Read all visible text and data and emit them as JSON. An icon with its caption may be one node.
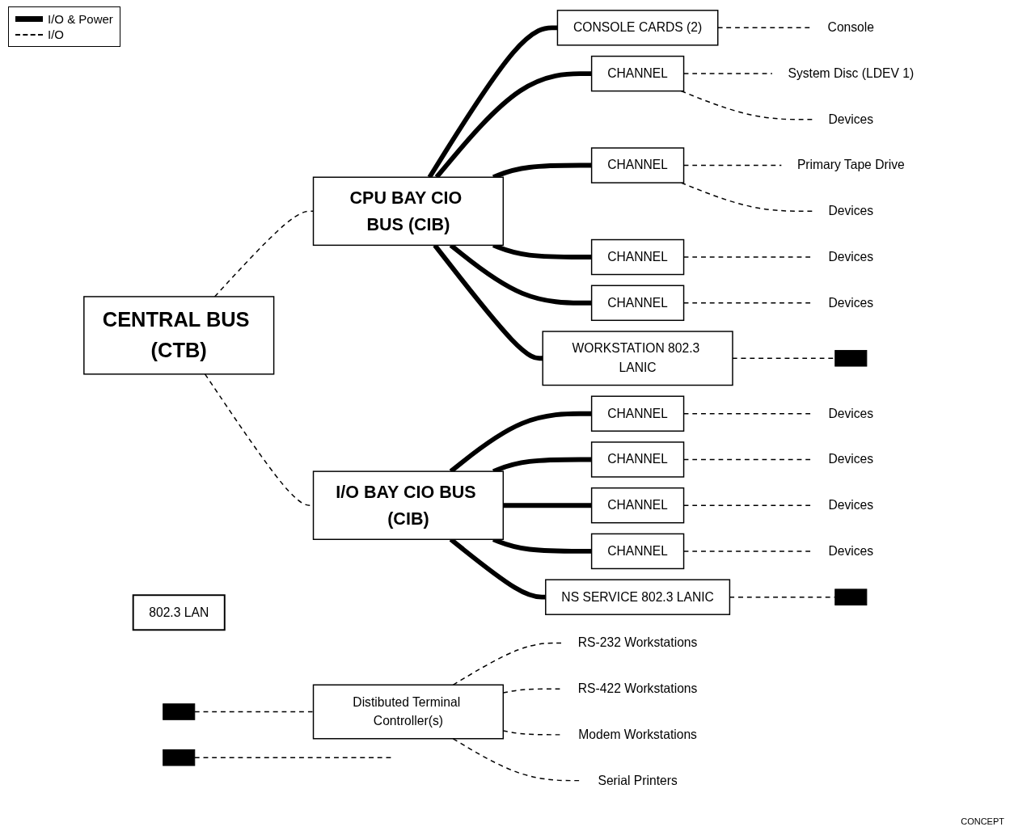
{
  "diagram": {
    "nodes": [
      {
        "text": [
          "CENTRAL BUS (CTB)"
        ]
      },
      {
        "text": [
          "CPU BAY CIO BUS (CIB)"
        ]
      },
      {
        "text": [
          "I/O BAY CIO BUS (CIB)"
        ]
      },
      {
        "text": [
          "CONSOLE CARDS (2)"
        ]
      },
      {
        "text": [
          "CHANNEL"
        ]
      },
      {
        "text": [
          "CHANNEL"
        ]
      },
      {
        "text": [
          "CHANNEL"
        ]
      },
      {
        "text": [
          "CHANNEL"
        ]
      },
      {
        "text": [
          "WORKSTATION 802.3 LANIC"
        ]
      },
      {
        "text": [
          "CHANNEL"
        ]
      },
      {
        "text": [
          "CHANNEL"
        ]
      },
      {
        "text": [
          "CHANNEL"
        ]
      },
      {
        "text": [
          "CHANNEL"
        ]
      },
      {
        "text": [
          "NS SERVICE 802.3 LANIC"
        ]
      },
      {
        "text": [
          "Console"
        ]
      },
      {
        "text": [
          "System Disc (LDEV 1)"
        ]
      },
      {
        "text": [
          "Devices"
        ]
      },
      {
        "text": [
          "Primary Tape Drive"
        ]
      },
      {
        "text": [
          "Devices"
        ]
      },
      {
        "text": [
          "Devices"
        ]
      },
      {
        "text": [
          "Devices"
        ]
      },
      {
        "text": [
          "Devices"
        ]
      },
      {
        "text": [
          "Devices"
        ]
      },
      {
        "text": [
          "Devices"
        ]
      },
      {
        "text": [
          "Devices"
        ]
      },
      {
        "text": [
          "802.3 LAN"
        ]
      },
      {
        "text": [],
        "shape": "box"
      },
      {
        "text": [],
        "shape": "box"
      },
      {
        "text": [],
        "shape": "box"
      },
      {
        "text": [],
        "shape": "box"
      },
      {
        "text": [
          "Distibuted Terminal Controller(s)"
        ]
      },
      {
        "text": [
          "RS-232 Workstations"
        ]
      },
      {
        "text": [
          "RS-422 Workstations"
        ]
      },
      {
        "text": [
          "Modem Workstations"
        ]
      },
      {
        "text": [
          "Serial Printers"
        ]
      }
    ],
    "edges": [
      {
        "from": 0,
        "to": 1,
        "arrow": "none",
        "style": "dashed"
      },
      {
        "from": 0,
        "to": 2,
        "arrow": "none",
        "style": "dashed"
      },
      {
        "from": 1,
        "to": 3,
        "arrow": "none",
        "style": "thick"
      },
      {
        "from": 1,
        "to": 4,
        "arrow": "none",
        "style": "thick"
      },
      {
        "from": 1,
        "to": 5,
        "arrow": "none",
        "style": "thick"
      },
      {
        "from": 1,
        "to": 6,
        "arrow": "none",
        "style": "thick"
      },
      {
        "from": 1,
        "to": 7,
        "arrow": "none",
        "style": "thick"
      },
      {
        "from": 1,
        "to": 8,
        "arrow": "none",
        "style": "thick"
      },
      {
        "from": 2,
        "to": 9,
        "arrow": "none",
        "style": "thick"
      },
      {
        "from": 2,
        "to": 10,
        "arrow": "none",
        "style": "thick"
      },
      {
        "from": 2,
        "to": 11,
        "arrow": "none",
        "style": "thick"
      },
      {
        "from": 2,
        "to": 12,
        "arrow": "none",
        "style": "thick"
      },
      {
        "from": 2,
        "to": 13,
        "arrow": "none",
        "style": "thick"
      },
      {
        "from": 3,
        "to": 14,
        "arrow": "none",
        "style": "dashed"
      },
      {
        "from": 4,
        "to": 15,
        "arrow": "none",
        "style": "dashed"
      },
      {
        "from": 4,
        "to": 16,
        "arrow": "none",
        "style": "dashed"
      },
      {
        "from": 5,
        "to": 17,
        "arrow": "none",
        "style": "dashed"
      },
      {
        "from": 5,
        "to": 18,
        "arrow": "none",
        "style": "dashed"
      },
      {
        "from": 6,
        "to": 19,
        "arrow": "none",
        "style": "dashed"
      },
      {
        "from": 7,
        "to": 20,
        "arrow": "none",
        "style": "dashed"
      },
      {
        "from": 9,
        "to": 21,
        "arrow": "none",
        "style": "dashed"
      },
      {
        "from": 10,
        "to": 22,
        "arrow": "none",
        "style": "dashed"
      },
      {
        "from": 11,
        "to": 23,
        "arrow": "none",
        "style": "dashed"
      },
      {
        "from": 12,
        "to": 24,
        "arrow": "none",
        "style": "dashed"
      },
      {
        "from": 8,
        "to": 27,
        "arrow": "none",
        "style": "dashed"
      },
      {
        "from": 13,
        "to": 29,
        "arrow": "none",
        "style": "dashed"
      },
      {
        "from": 26,
        "to": 30,
        "arrow": "none",
        "style": "dashed"
      },
      {
        "from": 28,
        "to": null,
        "arrow": "none",
        "style": "dashed"
      },
      {
        "from": 30,
        "to": 31,
        "arrow": "none",
        "style": "dashed"
      },
      {
        "from": 30,
        "to": 32,
        "arrow": "none",
        "style": "dashed"
      },
      {
        "from": 30,
        "to": 33,
        "arrow": "none",
        "style": "dashed"
      },
      {
        "from": 30,
        "to": 34,
        "arrow": "none",
        "style": "dashed"
      }
    ],
    "labels": [
      "CONCEPT"
    ],
    "legend": [
      {
        "text": "I/O & Power"
      },
      {
        "text": "I/O"
      }
    ]
  }
}
